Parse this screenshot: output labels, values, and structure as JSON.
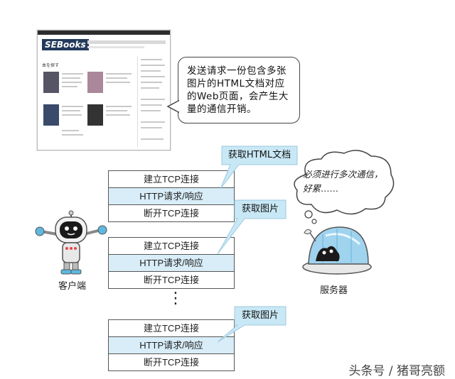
{
  "thumbnail": {
    "logo": "SEBooks",
    "section_title": "本を探す"
  },
  "bubble_text": "发送请求一份包含多张图片的HTML文档对应的Web页面，会产生大量的通信开销。",
  "callouts": [
    "获取HTML文档",
    "获取图片",
    "获取图片"
  ],
  "connections": [
    {
      "rows": [
        "建立TCP连接",
        "HTTP请求/响应",
        "断开TCP连接"
      ]
    },
    {
      "rows": [
        "建立TCP连接",
        "HTTP请求/响应",
        "断开TCP连接"
      ]
    },
    {
      "rows": [
        "建立TCP连接",
        "HTTP请求/响应",
        "断开TCP连接"
      ]
    }
  ],
  "ellipsis": "⋮",
  "client_label": "客户端",
  "server_label": "服务器",
  "thought_text": "必须进行多次通信，好累……",
  "watermark": "头条号 / 猪哥亮额",
  "colors": {
    "http_row": "#d8edf8",
    "callout_fill": "#c9e8f6",
    "server_dome": "#9fd3ee"
  }
}
